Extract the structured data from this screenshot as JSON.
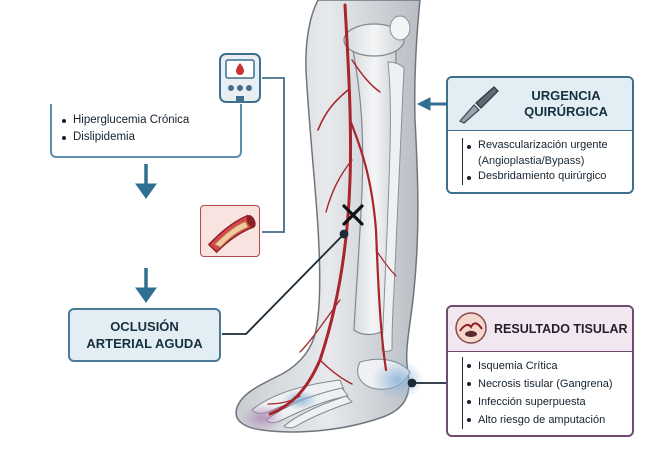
{
  "risk_factors": {
    "items": [
      "Hiperglucemia Crónica",
      "Dislipidemia"
    ]
  },
  "urgency": {
    "title_line1": "URGENCIA",
    "title_line2": "QUIRÚRGICA",
    "item1_line1": "Revascularización urgente",
    "item1_line2": "(Angioplastia/Bypass)",
    "item2": "Desbridamiento quirúrgico"
  },
  "occlusion": {
    "title_line1": "OCLUSIÓN",
    "title_line2": "ARTERIAL AGUDA"
  },
  "result": {
    "title": "RESULTADO TISULAR",
    "items": [
      "Isquemia Crítica",
      "Necrosis tisular (Gangrena)",
      "Infección superpuesta",
      "Alto riesgo de amputación"
    ]
  },
  "icons": {
    "glucometer": "glucometer-icon",
    "artery": "artery-plaque-icon",
    "scalpel": "scalpel-icon",
    "tissue": "necrotic-tissue-icon",
    "occlusion_marker": "x-mark-icon"
  },
  "colors": {
    "blue_border": "#3f6f8e",
    "blue_fill": "#e3eef4",
    "purple_border": "#6f4b6f",
    "purple_fill": "#f0e7f0",
    "artery_red": "#a8262b"
  }
}
